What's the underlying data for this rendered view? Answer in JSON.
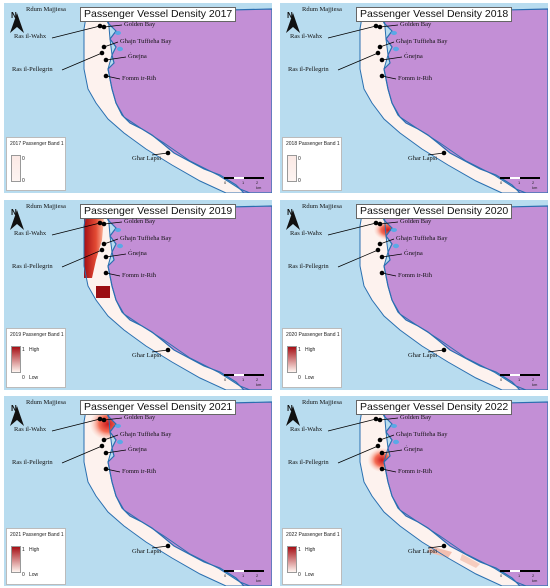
{
  "panels": [
    {
      "title": "Passenger Vessel Density 2017",
      "legend_title": "2017 Passenger Band 1",
      "legend_top_value": "0",
      "legend_bottom_value": "0",
      "legend_high_label": "",
      "legend_low_label": "",
      "ramp_colors": [
        "#fbe9e5",
        "#fdf4f1"
      ],
      "hotspots": []
    },
    {
      "title": "Passenger Vessel Density 2018",
      "legend_title": "2018 Passenger Band 1",
      "legend_top_value": "0",
      "legend_bottom_value": "0",
      "legend_high_label": "",
      "legend_low_label": "",
      "ramp_colors": [
        "#fbe9e5",
        "#fdf4f1"
      ],
      "hotspots": []
    },
    {
      "title": "Passenger Vessel Density 2019",
      "legend_title": "2019 Passenger Band 1",
      "legend_top_value": "1",
      "legend_bottom_value": "0",
      "legend_high_label": "High",
      "legend_low_label": "Low",
      "ramp_colors": [
        "#a50f15",
        "#fff5f0"
      ],
      "hotspots": [
        "strong-west",
        "southern-block"
      ]
    },
    {
      "title": "Passenger Vessel Density 2020",
      "legend_title": "2020 Passenger Band 1",
      "legend_top_value": "1",
      "legend_bottom_value": "0",
      "legend_high_label": "High",
      "legend_low_label": "Low",
      "ramp_colors": [
        "#a50f15",
        "#fff5f0"
      ],
      "hotspots": [
        "bay-entrance"
      ]
    },
    {
      "title": "Passenger Vessel Density 2021",
      "legend_title": "2021 Passenger Band 1",
      "legend_top_value": "1",
      "legend_bottom_value": "0",
      "legend_high_label": "High",
      "legend_low_label": "Low",
      "ramp_colors": [
        "#a50f15",
        "#fff5f0"
      ],
      "hotspots": [
        "north-bay"
      ]
    },
    {
      "title": "Passenger Vessel Density 2022",
      "legend_title": "2022 Passenger Band 1",
      "legend_top_value": "1",
      "legend_bottom_value": "0",
      "legend_high_label": "High",
      "legend_low_label": "Low",
      "ramp_colors": [
        "#a50f15",
        "#fff5f0"
      ],
      "hotspots": [
        "mid-coast",
        "south-coast"
      ]
    }
  ],
  "places": {
    "rdum": "Rdum Majjiesa",
    "golden_bay": "Golden Bay",
    "ras_wahx": "Ras il-Waħx",
    "ghajn_tuffieha": "Għajn Tuffieħa Bay",
    "gnejna": "Ġnejna",
    "ras_pellegrin": "Ras il-Pellegrin",
    "fomm_rih": "Fomm ir-Riħ",
    "ghar_lapsi": "Għar Lapsi"
  },
  "north_label": "N",
  "scale_labels": [
    "0",
    "1",
    "2 km"
  ],
  "colors": {
    "land": "#c38fd6",
    "sea": "#b8dcef",
    "coast": "#2a6fb0"
  }
}
